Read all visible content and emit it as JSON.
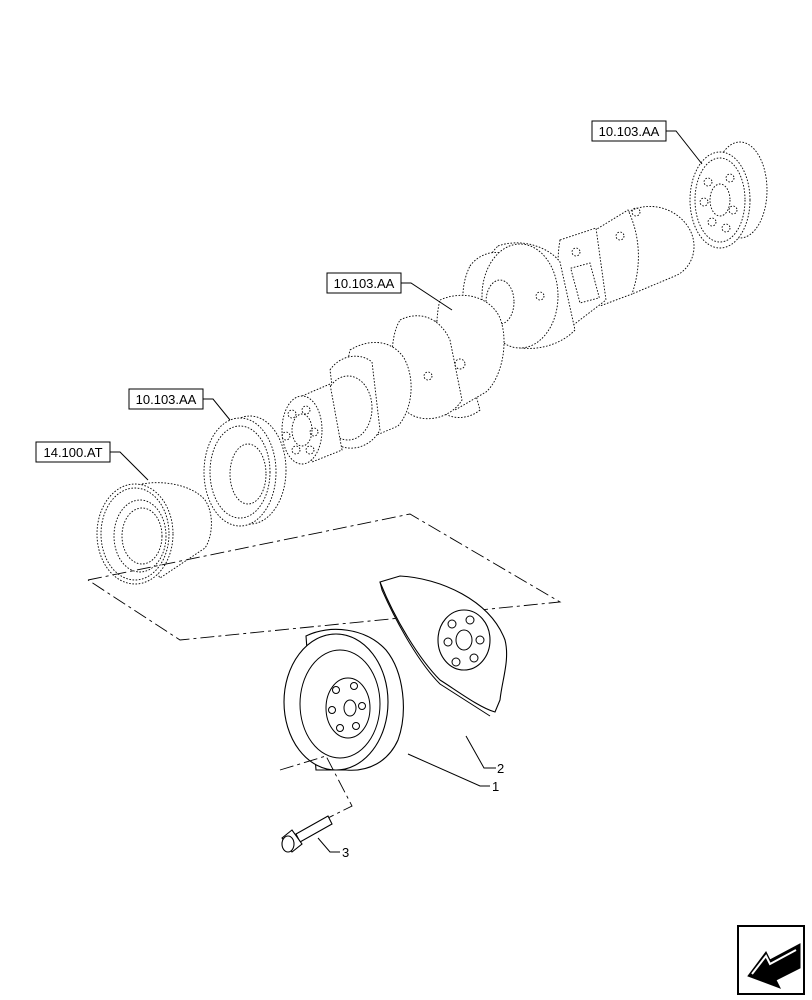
{
  "references": {
    "rear_gear": "10.103.AA",
    "crankshaft": "10.103.AA",
    "front_gear": "10.103.AA",
    "hub": "14.100.AT"
  },
  "callouts": {
    "damper": "1",
    "shield": "2",
    "bolt": "3"
  },
  "nav_icon": "arrow-icon"
}
